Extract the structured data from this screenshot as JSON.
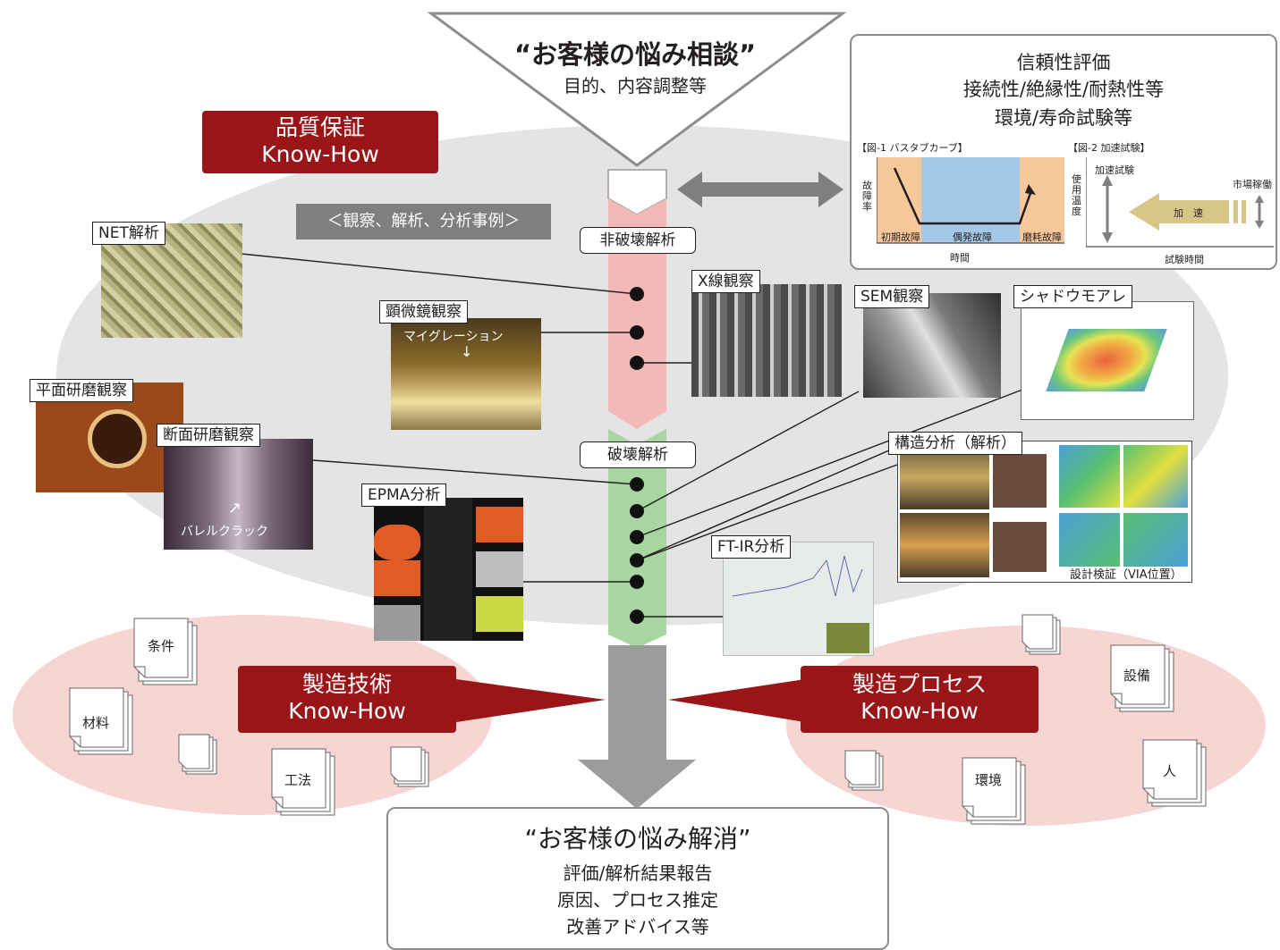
{
  "top": {
    "title": "“お客様の悩み相談”",
    "subtitle": "目的、内容調整等"
  },
  "reliability": {
    "lines": [
      "信頼性評価",
      "接続性/絶縁性/耐熱性等",
      "環境/寿命試験等"
    ],
    "fig1": {
      "title": "【図-1 バスタブカーブ】",
      "ylabel": "故障率",
      "xlabel": "時間",
      "regions": [
        "初期故障",
        "偶発故障",
        "磨耗故障"
      ]
    },
    "fig2": {
      "title": "【図-2 加速試験】",
      "ylabel": "使用温度",
      "xlabel": "試験時間",
      "left_label": "加速試験",
      "right_label": "市場稼働",
      "arrow_label": "加　速"
    }
  },
  "qa_box": {
    "line1": "品質保証",
    "line2": "Know-How"
  },
  "cases_banner": "＜観察、解析、分析事例＞",
  "column": {
    "nondestructive": "非破壊解析",
    "destructive": "破壊解析"
  },
  "methods": {
    "net": "NET解析",
    "microscope": "顕微鏡観察",
    "migration": "マイグレーション",
    "xray": "X線観察",
    "sem": "SEM観察",
    "shadow_moire": "シャドウモアレ",
    "plane_polish": "平面研磨観察",
    "cross_polish": "断面研磨観察",
    "barrel_crack": "バレルクラック",
    "epma": "EPMA分析",
    "structure": "構造分析（解析）",
    "via_check": "設計検証（VIA位置）",
    "ftir": "FT-IR分析"
  },
  "manufacturing_tech": {
    "line1": "製造技術",
    "line2": "Know-How"
  },
  "manufacturing_process": {
    "line1": "製造プロセス",
    "line2": "Know-How"
  },
  "docs_left": [
    "条件",
    "材料",
    "工法"
  ],
  "docs_right": [
    "設備",
    "環境",
    "人"
  ],
  "bottom": {
    "title": "“お客様の悩み解消”",
    "lines": [
      "評価/解析結果報告",
      "原因、プロセス推定",
      "改善アドバイス等"
    ]
  }
}
